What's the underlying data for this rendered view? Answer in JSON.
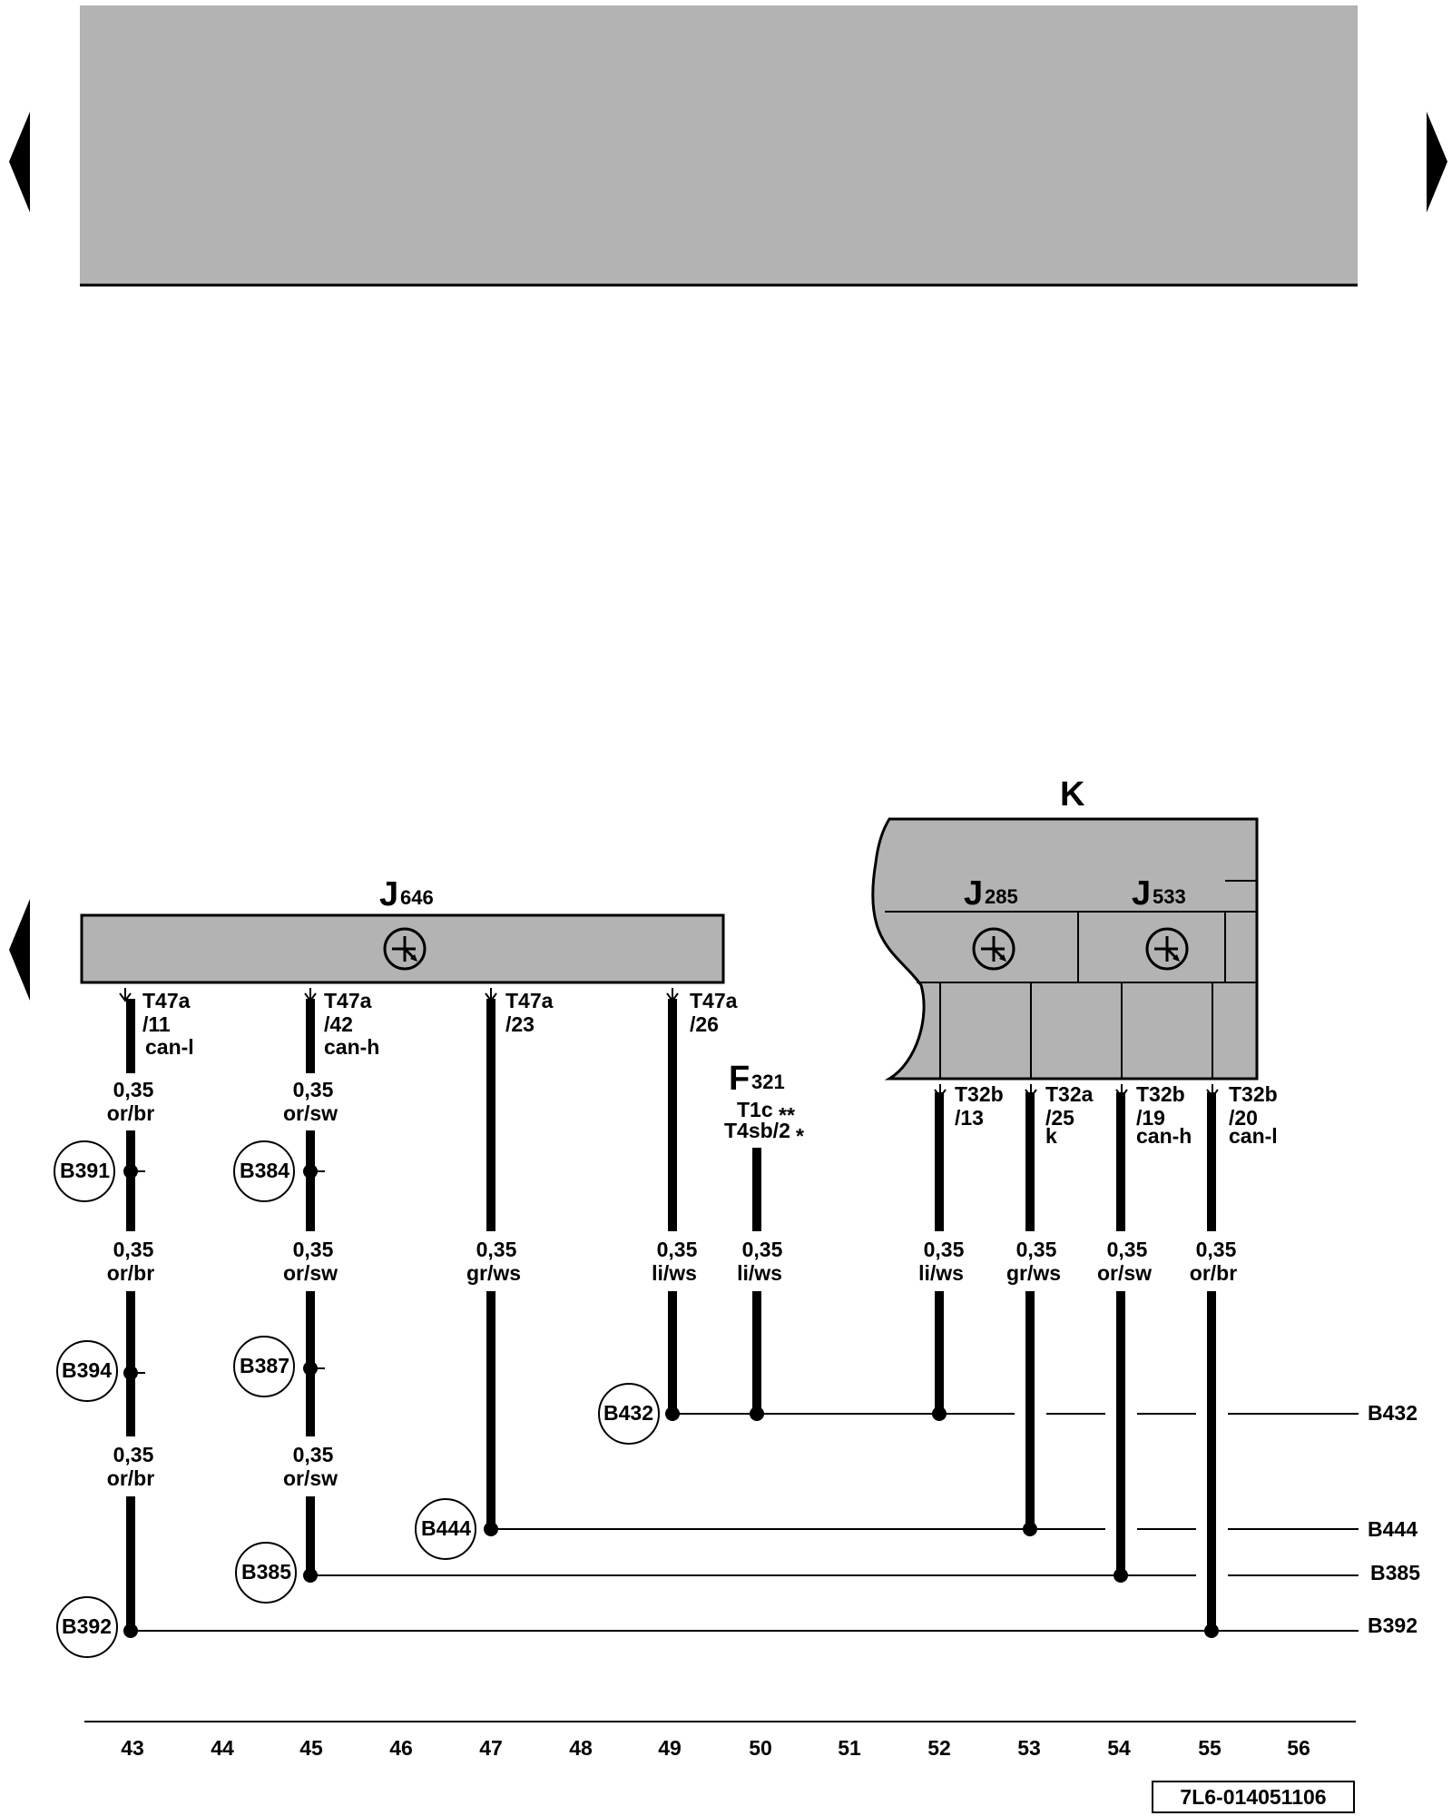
{
  "nav": {
    "prev_icon": "triangle-left",
    "next_icon": "triangle-right",
    "color": "#000000"
  },
  "header_panel_color": "#b3b3b3",
  "components": {
    "j646": {
      "letter": "J",
      "number": "646"
    },
    "k": {
      "label": "K"
    },
    "j285": {
      "letter": "J",
      "number": "285"
    },
    "j533": {
      "letter": "J",
      "number": "533"
    },
    "f321": {
      "letter": "F",
      "number": "321",
      "pin1": "T1c",
      "pin1_mark": "**",
      "pin2": "T4sb/2",
      "pin2_mark": "*"
    }
  },
  "pins": {
    "j646_1": {
      "l1": "T47a",
      "l2": "/11",
      "l3": "can-l"
    },
    "j646_2": {
      "l1": "T47a",
      "l2": "/42",
      "l3": "can-h"
    },
    "j646_3": {
      "l1": "T47a",
      "l2": "/23"
    },
    "j646_4": {
      "l1": "T47a",
      "l2": "/26"
    },
    "k_1": {
      "l1": "T32b",
      "l2": "/13"
    },
    "k_2": {
      "l1": "T32a",
      "l2": "/25",
      "l3": "k"
    },
    "k_3": {
      "l1": "T32b",
      "l2": "/19",
      "l3": "can-h"
    },
    "k_4": {
      "l1": "T32b",
      "l2": "/20",
      "l3": "can-l"
    }
  },
  "wires": {
    "w43a": {
      "size": "0,35",
      "color": "or/br"
    },
    "w43b": {
      "size": "0,35",
      "color": "or/br"
    },
    "w43c": {
      "size": "0,35",
      "color": "or/br"
    },
    "w45a": {
      "size": "0,35",
      "color": "or/sw"
    },
    "w45b": {
      "size": "0,35",
      "color": "or/sw"
    },
    "w45c": {
      "size": "0,35",
      "color": "or/sw"
    },
    "w47": {
      "size": "0,35",
      "color": "gr/ws"
    },
    "w49": {
      "size": "0,35",
      "color": "li/ws"
    },
    "w50": {
      "size": "0,35",
      "color": "li/ws"
    },
    "w52": {
      "size": "0,35",
      "color": "li/ws"
    },
    "w53": {
      "size": "0,35",
      "color": "gr/ws"
    },
    "w54": {
      "size": "0,35",
      "color": "or/sw"
    },
    "w55": {
      "size": "0,35",
      "color": "or/br"
    }
  },
  "connectors": {
    "b391": "B391",
    "b384": "B384",
    "b394": "B394",
    "b387": "B387",
    "b432": "B432",
    "b444": "B444",
    "b385": "B385",
    "b392": "B392"
  },
  "bus_labels": {
    "b432": "B432",
    "b444": "B444",
    "b385": "B385",
    "b392": "B392"
  },
  "columns": [
    "43",
    "44",
    "45",
    "46",
    "47",
    "48",
    "49",
    "50",
    "51",
    "52",
    "53",
    "54",
    "55",
    "56"
  ],
  "doc_id": "7L6-014051106"
}
